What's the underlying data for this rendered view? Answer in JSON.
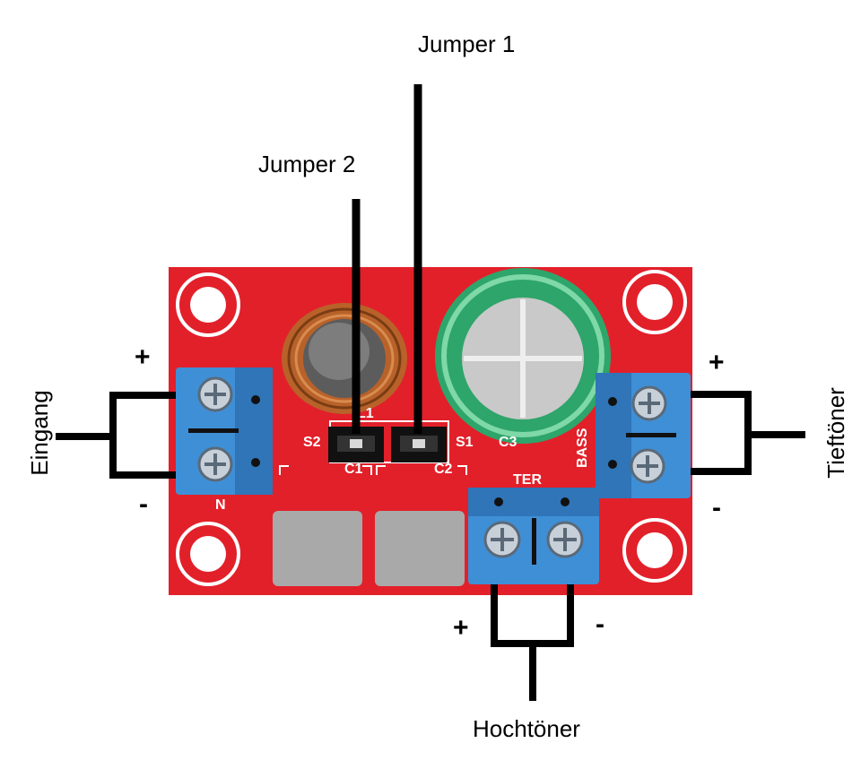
{
  "labels": {
    "jumper1": "Jumper 1",
    "jumper2": "Jumper 2",
    "input": "Eingang",
    "woofer": "Tieftöner",
    "tweeter": "Hochtöner"
  },
  "polarity": {
    "input_plus": "+",
    "input_minus": "-",
    "woofer_plus": "+",
    "woofer_minus": "-",
    "tweeter_plus": "+",
    "tweeter_minus": "-"
  },
  "silkscreen": {
    "s2": "S2",
    "s1": "S1",
    "l1": "L1",
    "c1": "C1",
    "c2": "C2",
    "c3": "C3",
    "bass": "BASS",
    "ter": "TER",
    "n": "N"
  },
  "colors": {
    "pcb": "#e2202a",
    "terminal": "#3f8fd6",
    "capacitor": "#2ea56a",
    "coil": "#b8622a",
    "pad": "#a9a9a9",
    "wire": "#000000"
  }
}
